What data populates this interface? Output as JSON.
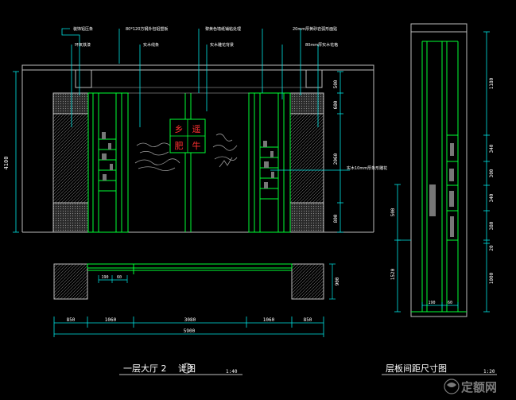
{
  "colors": {
    "background": "#000000",
    "dim": "#00e5e5",
    "frame": "#00ff33",
    "label": "#ffffff",
    "wall": "#bdbdbd",
    "hatch": "#6f6f6f",
    "sign": "#ff3030",
    "watermark": "#7a7a7a"
  },
  "elevation": {
    "callouts": [
      "装饰铝压条",
      "80*120方钢外包铝塑板",
      "黎黄色墙纸铺粘处理",
      "20mm厚黄砂岩弧形面贴",
      "环氧铁漆",
      "实木线条",
      "实木雕花背景",
      "80mm厚实木花格"
    ],
    "sign_chars": [
      "乡",
      "遥",
      "肥",
      "牛"
    ],
    "left_height_dim": "4100",
    "right_dims": [
      "500",
      "600",
      "2060",
      "800"
    ],
    "bottom_dims": [
      "850",
      "1060",
      "3080",
      "1060",
      "850"
    ],
    "total_dim": "5900",
    "plan_dims": [
      "190",
      "60"
    ],
    "plan_depth": "900",
    "mid_note": "实木10mm厚条形雕花",
    "title": "一层大厅 2",
    "title_suffix": "详图",
    "title_circle": "",
    "scale": "1:40"
  },
  "shelf": {
    "top_dims": [
      "1180",
      "340",
      "300",
      "340",
      "380",
      "20"
    ],
    "left_dims": [
      "500",
      "1520"
    ],
    "bottom_right_dim": "1000",
    "bottom_dims": [
      "190",
      "60"
    ],
    "title": "层板间距尺寸图",
    "scale": "1:20"
  },
  "watermark": "定额网"
}
